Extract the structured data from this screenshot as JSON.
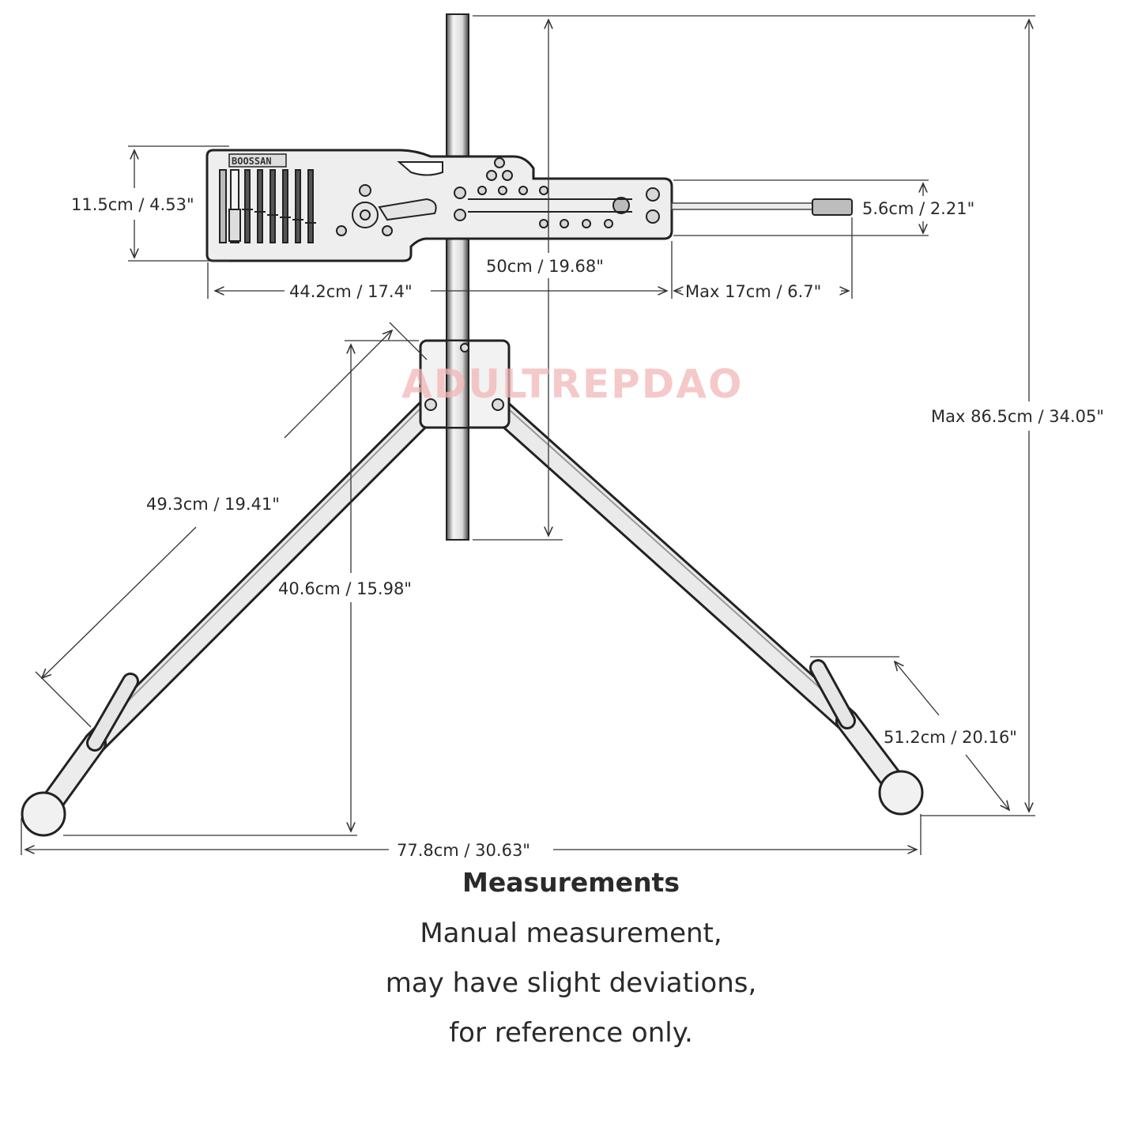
{
  "brand_label": "BOOSSAN",
  "watermark": "ADULTREPDAO",
  "dimensions": {
    "panel_height": "11.5cm / 4.53\"",
    "panel_width": "44.2cm / 17.4\"",
    "rod_diameter": "5.6cm / 2.21\"",
    "pole_length": "50cm / 19.68\"",
    "stroke_max": "Max 17cm / 6.7\"",
    "total_height_max": "Max 86.5cm / 34.05\"",
    "leg_length": "49.3cm / 19.41\"",
    "base_height": "40.6cm / 15.98\"",
    "foot_length": "51.2cm / 20.16\"",
    "base_width": "77.8cm / 30.63\""
  },
  "caption": {
    "title": "Measurements",
    "line1": "Manual measurement,",
    "line2": "may have slight deviations,",
    "line3": "for reference only."
  }
}
